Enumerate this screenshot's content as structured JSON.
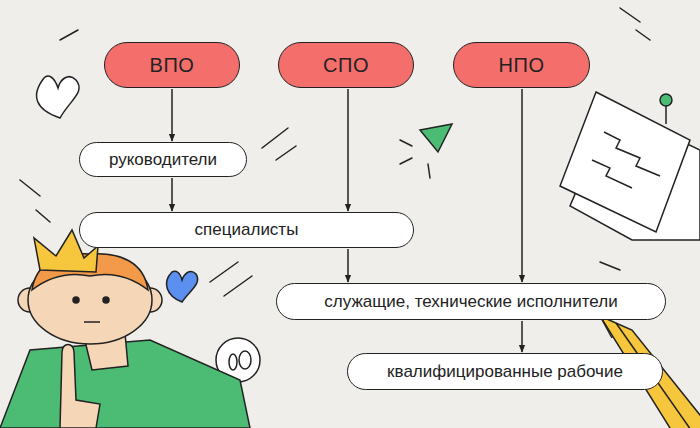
{
  "diagram": {
    "nodes": [
      {
        "text": [
          "ВПО"
        ]
      },
      {
        "text": [
          "СПО"
        ]
      },
      {
        "text": [
          "НПО"
        ]
      },
      {
        "text": [
          "руководители"
        ]
      },
      {
        "text": [
          "специалисты"
        ]
      },
      {
        "text": [
          "служащие, технические исполнители"
        ]
      },
      {
        "text": [
          "квалифицированные рабочие"
        ]
      }
    ],
    "edges": [
      {
        "from": 0,
        "to": 3,
        "arrow": "to"
      },
      {
        "from": 3,
        "to": 4,
        "arrow": "to"
      },
      {
        "from": 1,
        "to": 4,
        "arrow": "to"
      },
      {
        "from": 4,
        "to": 5,
        "arrow": "to"
      },
      {
        "from": 2,
        "to": 5,
        "arrow": "to"
      },
      {
        "from": 5,
        "to": 6,
        "arrow": "to"
      }
    ]
  }
}
